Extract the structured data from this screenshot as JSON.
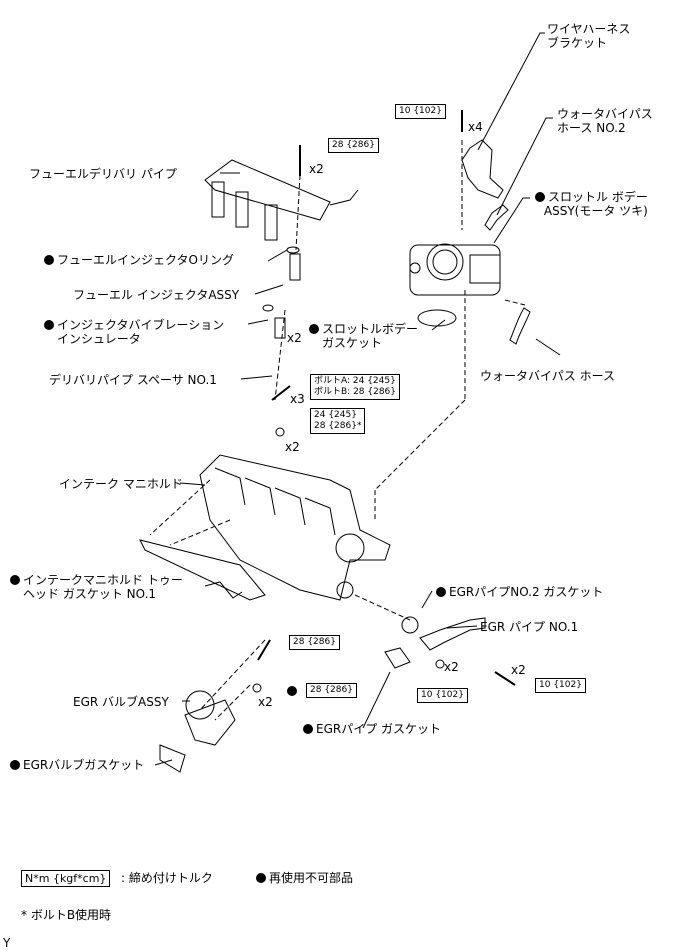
{
  "labels": {
    "wire_harness_bracket": [
      "ワイヤハーネス",
      "ブラケット"
    ],
    "water_bypass_hose_no2": [
      "ウォータバイパス",
      "ホース NO.2"
    ],
    "throttle_body": [
      "スロットル ボデー",
      "ASSY(モータ ツキ)"
    ],
    "throttle_body_gasket": [
      "スロットルボデー",
      "ガスケット"
    ],
    "water_bypass_hose": "ウォータバイパス ホース",
    "fuel_delivery_pipe": "フューエルデリバリ パイプ",
    "injector_o_ring": "フューエルインジェクタOリング",
    "fuel_injector": "フューエル インジェクタASSY",
    "vibration_insulator": [
      "インジェクタバイブレーション",
      "インシュレータ"
    ],
    "delivery_pipe_spacer": "デリバリパイプ スペーサ NO.1",
    "intake_manifold": "インテーク マニホルド",
    "intake_manifold_gasket": [
      "インテークマニホルド トゥー",
      "ヘッド ガスケット NO.1"
    ],
    "egr_pipe_no2_gasket": "EGRパイプNO.2 ガスケット",
    "egr_pipe": "EGR パイプ NO.1",
    "egr_valve": "EGR バルブASSY",
    "egr_valve_gasket": "EGRバルブガスケット",
    "egr_pipe_gasket": "EGRパイプ ガスケット"
  },
  "torques": {
    "t10_top": "10 {102}",
    "t28_delivery": "28 {286}",
    "t_bolt_ab": [
      "ボルトA: 24 {245}",
      "ボルトB: 28 {286}"
    ],
    "t_nut": [
      "24 {245}",
      "28 {286}*"
    ],
    "t28_egr_bolt": "28 {286}",
    "t28_egr_nut": "28 {286}",
    "t10_egr_nut": "10 {102}",
    "t10_egr_bolt": "10 {102}"
  },
  "multipliers": {
    "x4": "x4",
    "x2_delivery": "x2",
    "x2_insulator": "x2",
    "x3": "x3",
    "x2_nut": "x2",
    "x2_egr_nut": "x2",
    "x2_egr_nut2": "x2",
    "x2_egr_bolt": "x2"
  },
  "legend": {
    "unit_box": "N*m {kgf*cm}",
    "unit_text": ": 締め付けトルク",
    "non_reusable": "再使用不可部品",
    "note": "* ボルトB使用時",
    "corner": "Y"
  }
}
